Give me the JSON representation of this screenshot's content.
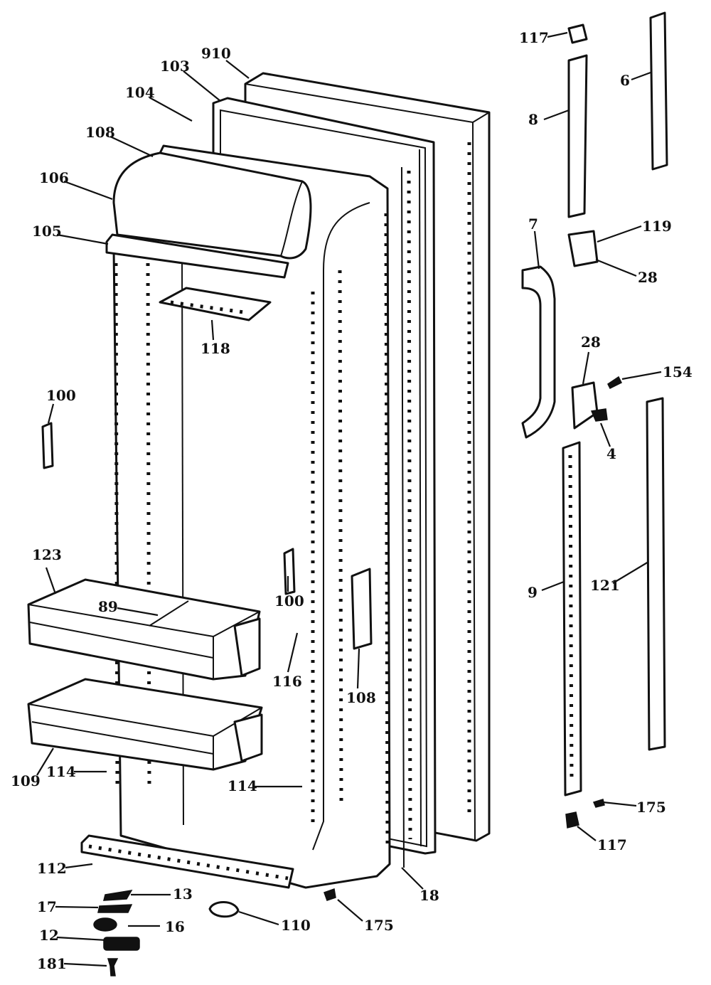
{
  "diagram": {
    "labels": {
      "l910": "910",
      "l103": "103",
      "l104": "104",
      "l108a": "108",
      "l106": "106",
      "l105": "105",
      "l118": "118",
      "l100a": "100",
      "l123": "123",
      "l89": "89",
      "l100b": "100",
      "l116": "116",
      "l108b": "108",
      "l109": "109",
      "l114a": "114",
      "l114b": "114",
      "l112": "112",
      "l13": "13",
      "l17": "17",
      "l16": "16",
      "l12": "12",
      "l181": "181",
      "l110": "110",
      "l175a": "175",
      "l18": "18",
      "l117a": "117",
      "l8": "8",
      "l6": "6",
      "l7": "7",
      "l119": "119",
      "l28a": "28",
      "l28b": "28",
      "l154": "154",
      "l4": "4",
      "l9": "9",
      "l121": "121",
      "l175b": "175",
      "l117b": "117"
    }
  }
}
